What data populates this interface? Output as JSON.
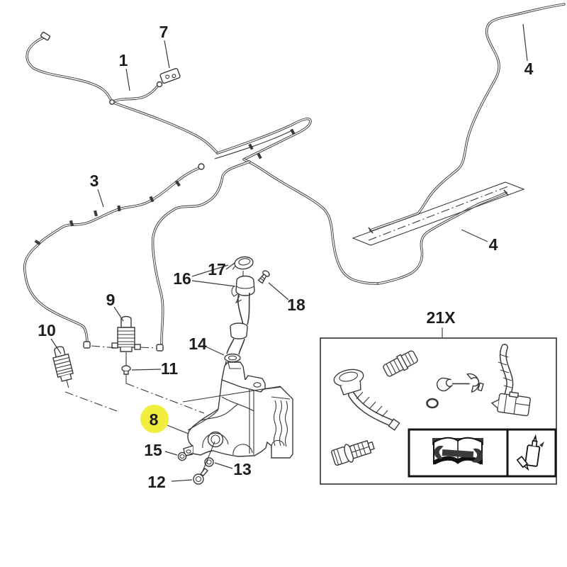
{
  "diagram": {
    "kind": "vehicle-parts-diagram",
    "background_color": "#ffffff",
    "line_color": "#3a3a3a",
    "highlight_color": "#f2ee3e",
    "highlighted_callout": "8",
    "callouts": [
      {
        "text": "1"
      },
      {
        "text": "3"
      },
      {
        "text": "4"
      },
      {
        "text": "4"
      },
      {
        "text": "7"
      },
      {
        "text": "8",
        "highlighted": true
      },
      {
        "text": "9"
      },
      {
        "text": "10"
      },
      {
        "text": "11"
      },
      {
        "text": "12"
      },
      {
        "text": "13"
      },
      {
        "text": "14"
      },
      {
        "text": "15"
      },
      {
        "text": "16"
      },
      {
        "text": "17"
      },
      {
        "text": "18"
      },
      {
        "text": "21X"
      }
    ]
  }
}
